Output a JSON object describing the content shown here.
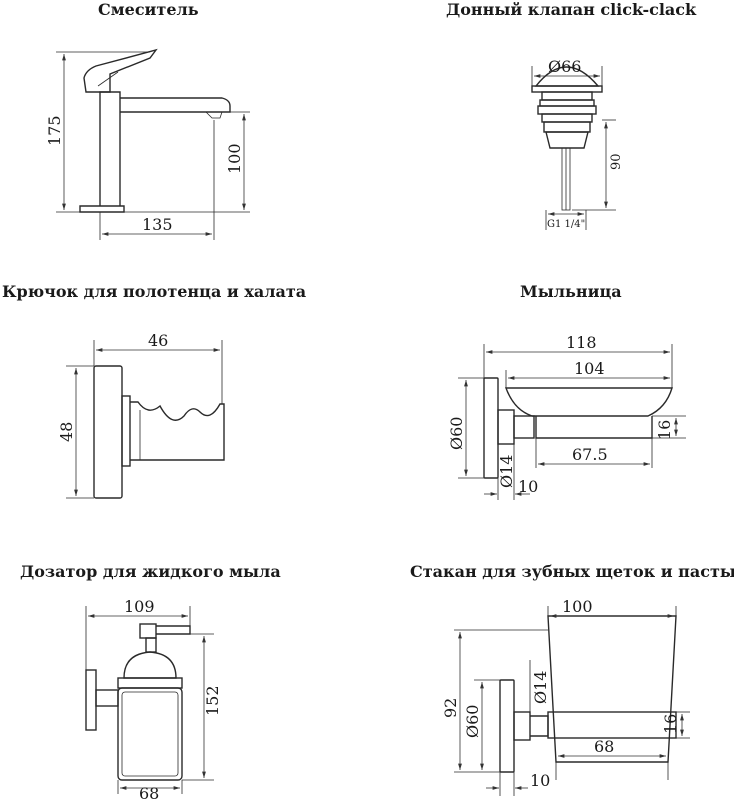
{
  "items": {
    "faucet": {
      "title": "Смеситель",
      "dims": {
        "height": "175",
        "spout_height": "100",
        "reach": "135"
      }
    },
    "drain": {
      "title": "Донный клапан click-clack",
      "dims": {
        "diameter": "Ø66",
        "height": "90",
        "thread": "G1 1/4\""
      }
    },
    "hook": {
      "title": "Крючок для полотенца и халата",
      "dims": {
        "width": "46",
        "height": "48"
      }
    },
    "soap_dish": {
      "title": "Мыльница",
      "dims": {
        "total": "118",
        "dish": "104",
        "inner": "67.5",
        "depth": "16",
        "flange": "Ø60",
        "rod": "Ø14",
        "offset": "10"
      }
    },
    "dispenser": {
      "title": "Дозатор для жидкого мыла",
      "dims": {
        "width": "109",
        "height": "152",
        "bottle": "68"
      }
    },
    "tumbler": {
      "title": "Стакан для зубных щеток и пасты",
      "dims": {
        "width": "100",
        "height": "92",
        "flange": "Ø60",
        "rod": "Ø14",
        "depth": "16",
        "cup": "68",
        "offset": "10"
      }
    }
  }
}
